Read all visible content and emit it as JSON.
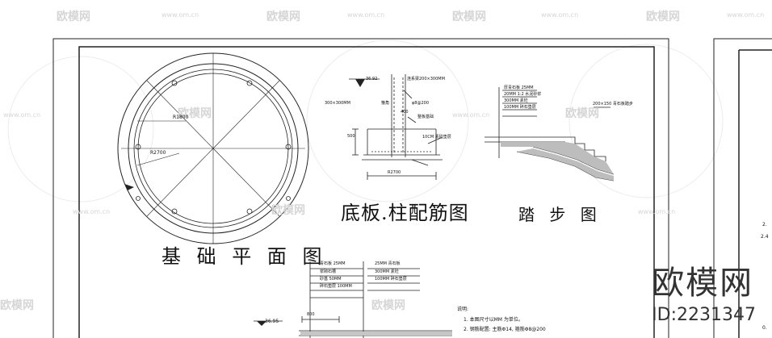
{
  "titles": {
    "plan": "基 础 平 面 图",
    "rebar": "底板.柱配筋图",
    "steps": "踏 步 图"
  },
  "plan": {
    "r_inner": "R1800",
    "r_outer": "R2700"
  },
  "rebar": {
    "elev_top": "36.92",
    "beam_note": "连系梁200×300MM",
    "col_size": "300×300MM",
    "hook_label": "箍角",
    "bar_spec": "φ8@200",
    "dim_400": "400",
    "slab_label": "整板基础",
    "dim_500": "500",
    "cushion": "10CM 素砼垫层",
    "bottom_dim": "R2700"
  },
  "steps": {
    "layers": [
      "厚青石板 25MM",
      "20MM 1:2 水泥砂浆",
      "300MM 素砼",
      "100MM 碎石垫层"
    ],
    "step_note": "200×150 青石板踏步"
  },
  "table": {
    "rows_left": [
      "青石板 25MM",
      "浆砌石槽",
      "砂基 50MM",
      "碎石垫层 100MM"
    ],
    "rows_right": [
      "25MM 青石板",
      "300MM 素砼",
      "100MM 碎石垫层"
    ],
    "dim_800": "800",
    "elev_bottom": "36.95"
  },
  "notes": {
    "heading": "说明:",
    "items": [
      "1. 本图尺寸以MM 为单位。",
      "2. 钢筋配置: 主筋Φ14, 箍筋Φ8@200"
    ]
  },
  "right_panel": {
    "labels": [
      "2.",
      "2.4",
      "0."
    ]
  },
  "watermark": {
    "logo": "欧模网",
    "url": "www.om.cn",
    "brand_name": "欧模网",
    "brand_id": "ID:2231347"
  }
}
